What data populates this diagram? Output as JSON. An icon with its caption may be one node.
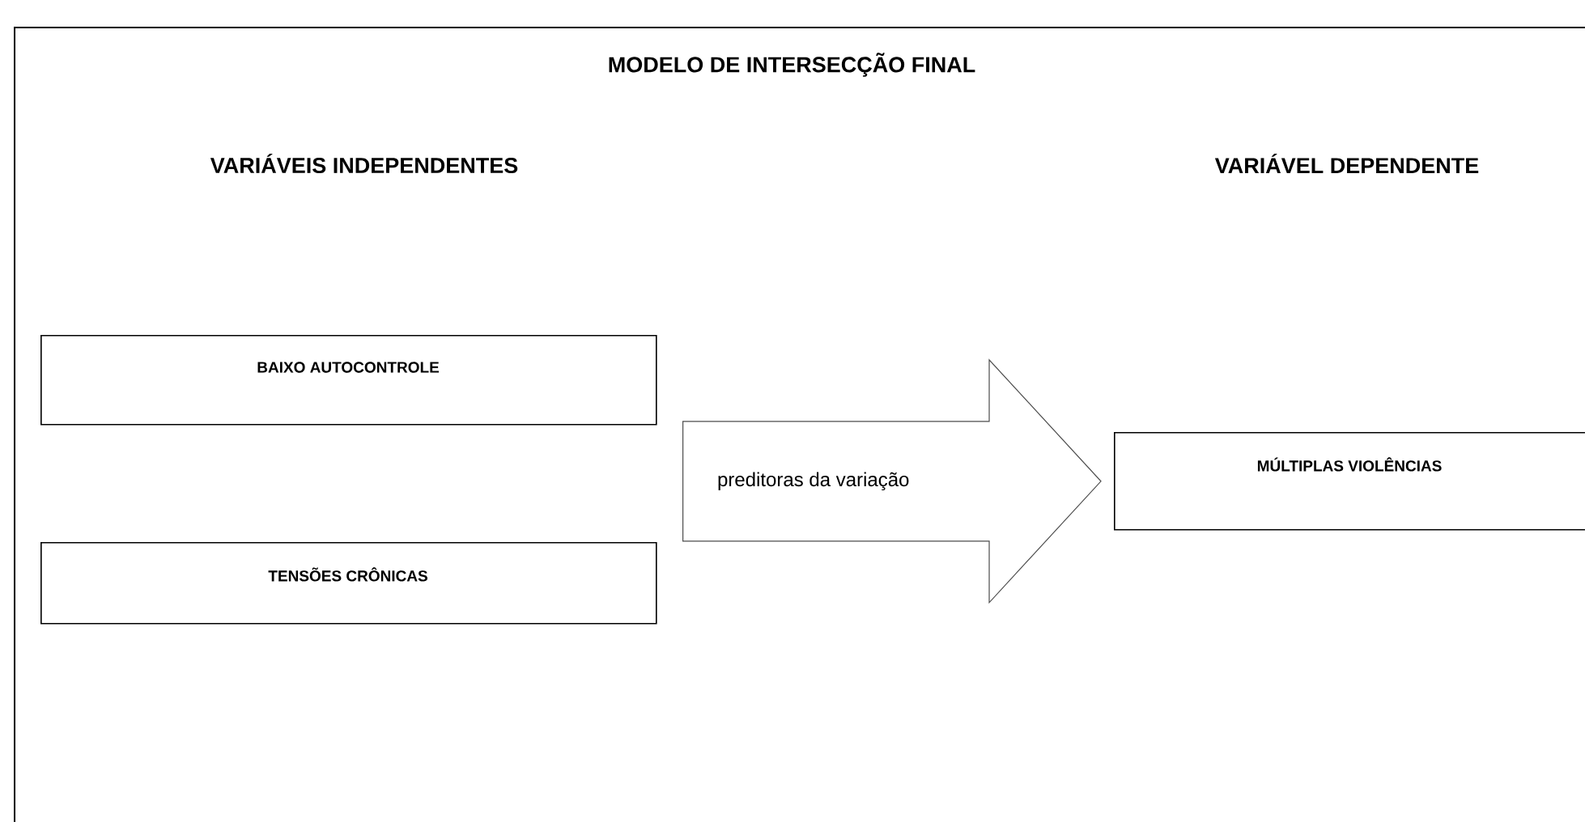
{
  "diagram": {
    "title": "MODELO DE INTERSECÇÃO FINAL",
    "nodes": [
      {
        "text": [
          "BAIXO AUTOCONTROLE"
        ]
      },
      {
        "text": [
          "TENSÕES CRÔNICAS"
        ]
      },
      {
        "text": [
          "MÚLTIPLAS VIOLÊNCIAS"
        ]
      }
    ],
    "edges": [
      {
        "from": 0,
        "to": 2,
        "arrow": "to",
        "label": "preditoras da variação"
      },
      {
        "from": 1,
        "to": 2,
        "arrow": "to"
      }
    ],
    "labels": [
      "VARIÁVEIS INDEPENDENTES",
      "VARIÁVEL DEPENDENTE"
    ]
  }
}
